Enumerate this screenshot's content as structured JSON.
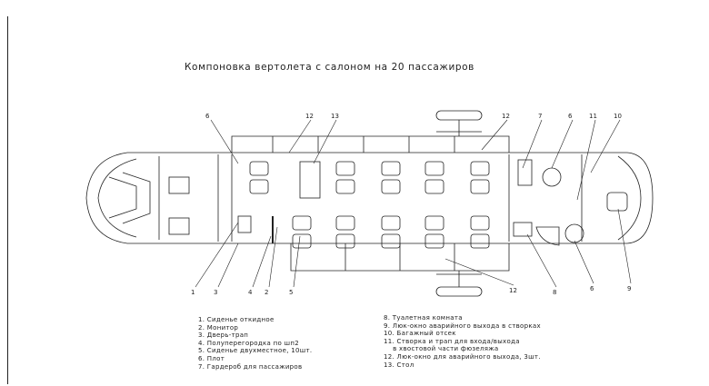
{
  "title": "Компоновка вертолета с салоном на 20 пассажиров",
  "callouts_top": [
    "6",
    "12",
    "13",
    "12",
    "7",
    "6",
    "11",
    "10"
  ],
  "callouts_bottom": [
    "1",
    "3",
    "4",
    "2",
    "5",
    "12",
    "8",
    "6",
    "9"
  ],
  "legend_left": [
    "1. Сиденье откидное",
    "2. Монитор",
    "3. Дверь-трап",
    "4. Полуперегородка по шп2",
    "5. Сиденье двухместное, 10шт.",
    "6. Плот",
    "7. Гардероб для пассажиров"
  ],
  "legend_right": [
    "8. Туалетная комната",
    "9. Люк-окно аварийного выхода в створках",
    "10. Багажный отсек",
    "11. Створка и трап для входа/выхода",
    "    в хвостовой части фюзеляжа",
    "12. Люк-окно для аварийного выхода, 3шт.",
    "13. Стол"
  ]
}
